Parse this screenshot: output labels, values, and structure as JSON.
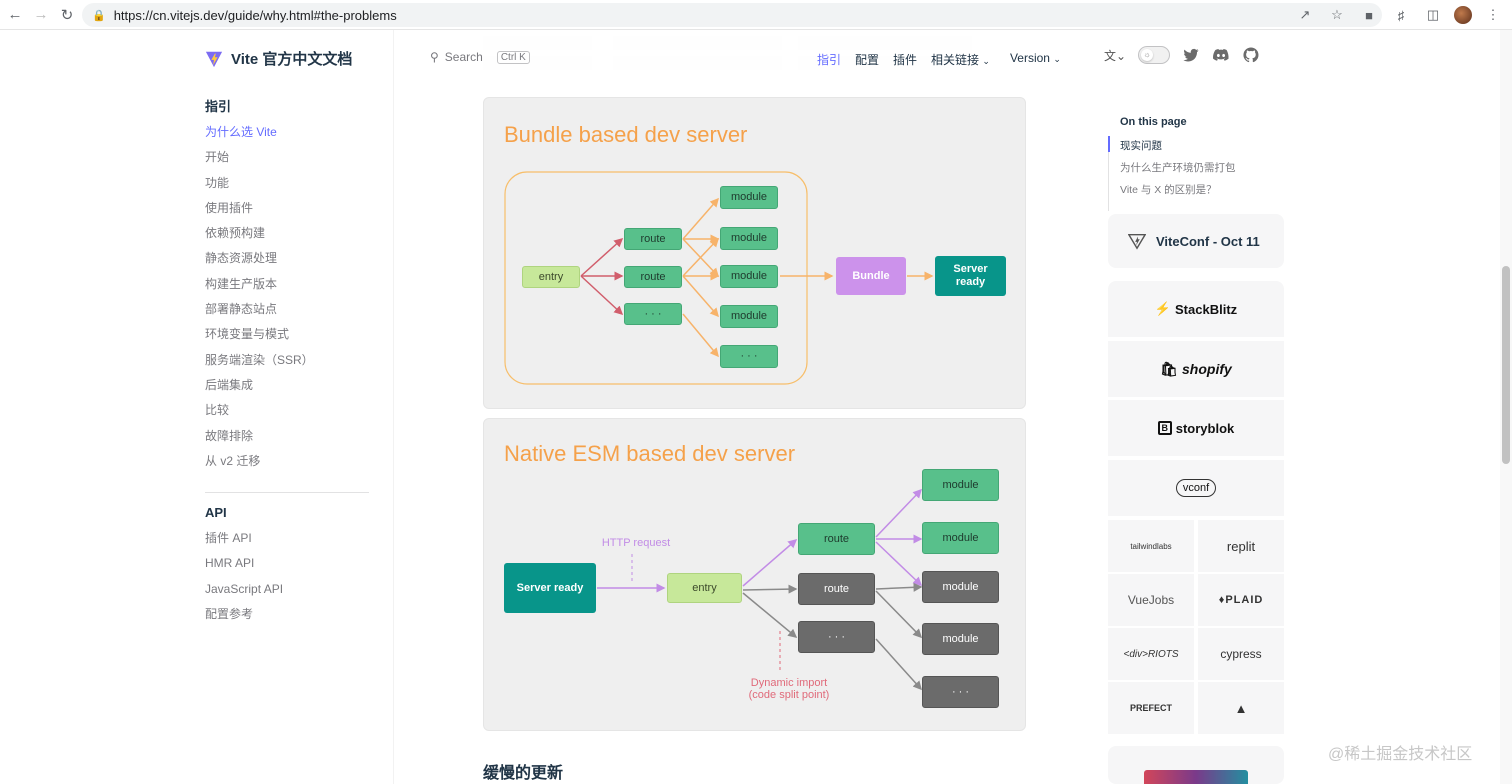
{
  "browser": {
    "url": "https://cn.vitejs.dev/guide/why.html#the-problems"
  },
  "site": {
    "logo_text": "Vite 官方中文文档",
    "search_placeholder": "Search",
    "search_shortcut": "Ctrl K",
    "nav": {
      "guide": "指引",
      "config": "配置",
      "plugins": "插件",
      "links": "相关链接",
      "version": "Version"
    }
  },
  "sidebar": {
    "guide_title": "指引",
    "guide_items": [
      "为什么选 Vite",
      "开始",
      "功能",
      "使用插件",
      "依赖预构建",
      "静态资源处理",
      "构建生产版本",
      "部署静态站点",
      "环境变量与模式",
      "服务端渲染（SSR）",
      "后端集成",
      "比较",
      "故障排除",
      "从 v2 迁移"
    ],
    "api_title": "API",
    "api_items": [
      "插件 API",
      "HMR API",
      "JavaScript API",
      "配置参考"
    ]
  },
  "diagram1": {
    "title": "Bundle based dev server",
    "entry": "entry",
    "route": "route",
    "dots": "· · ·",
    "module": "module",
    "bundle": "Bundle",
    "server_ready": "Server ready"
  },
  "diagram2": {
    "title": "Native ESM based dev server",
    "server_ready": "Server ready",
    "http_request": "HTTP request",
    "entry": "entry",
    "route": "route",
    "dots": "· · ·",
    "module": "module",
    "dynamic_import": "Dynamic import",
    "code_split": "(code split point)"
  },
  "section_heading": "缓慢的更新",
  "toc": {
    "title": "On this page",
    "items": [
      "现实问题",
      "为什么生产环境仍需打包",
      "Vite 与 X 的区别是？"
    ]
  },
  "sponsors": {
    "conf": "ViteConf - Oct 11",
    "stackblitz": "StackBlitz",
    "shopify": "shopify",
    "storyblok": "storyblok",
    "vconf": "vconf",
    "tailwind": "tailwindlabs",
    "replit": "replit",
    "vuejobs": "VueJobs",
    "plaid": "PLAID",
    "divriots": "<div>RIOTS",
    "cypress": "cypress",
    "prefect": "PREFECT"
  },
  "watermark": "@稀土掘金技术社区"
}
